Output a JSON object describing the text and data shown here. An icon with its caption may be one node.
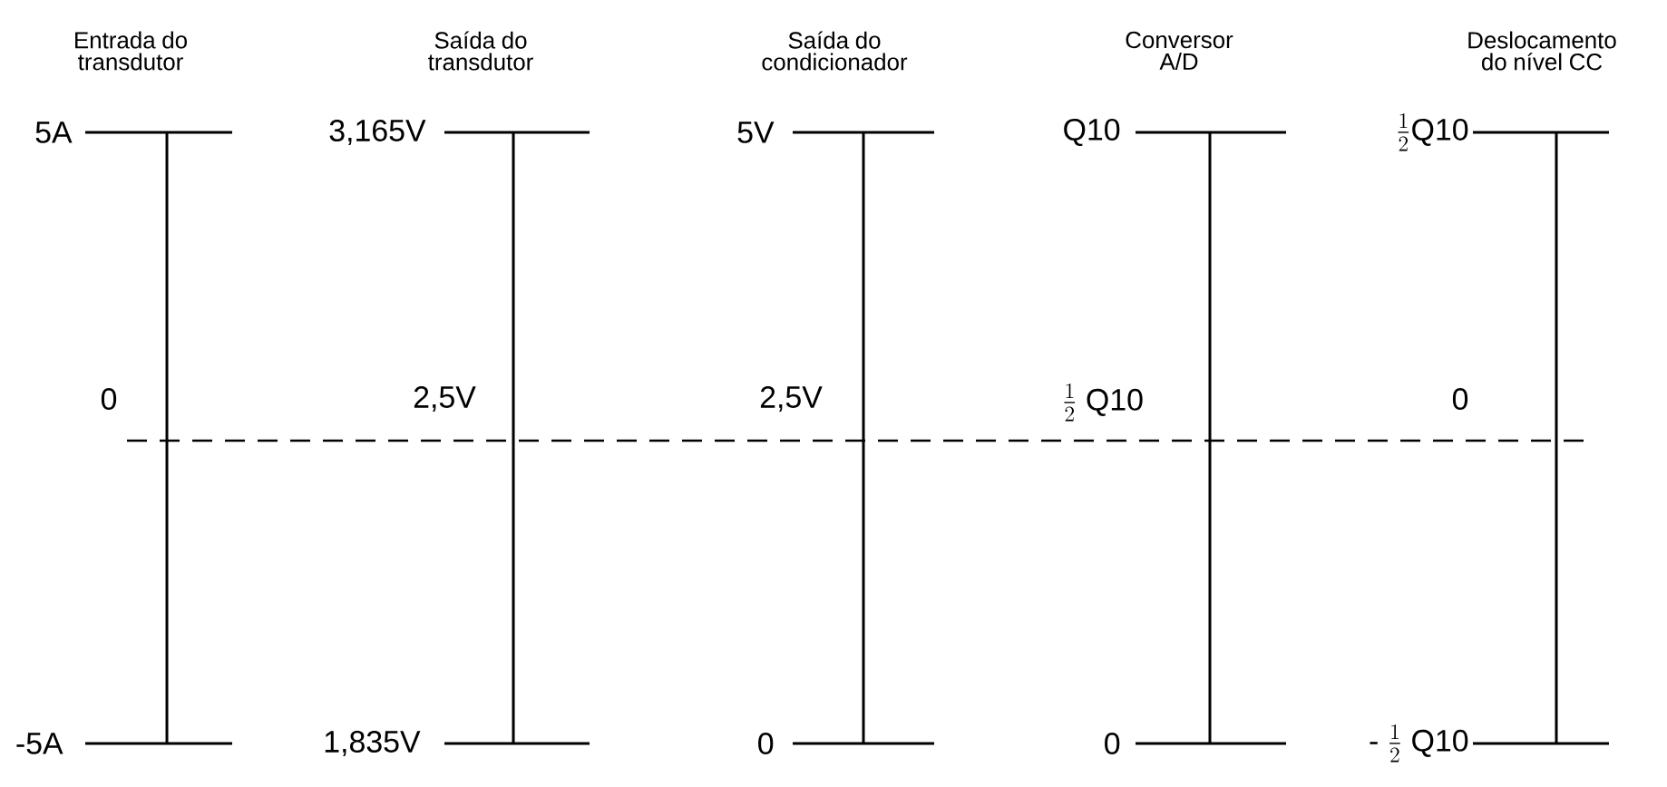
{
  "diagram": {
    "labels": [
      "Entrada do transdutor",
      "Saída do transdutor",
      "Saída do condicionador",
      "Conversor A/D",
      "Deslocamento do nível CC",
      "5A",
      "3,165V",
      "5V",
      "Q10",
      "\\frac{1}{2}\\text{Q10}",
      "0",
      "2,5V",
      "2,5V",
      "\\frac{1}{2}\\text{ Q10}",
      "0",
      "-5A",
      "1,835V",
      "0",
      "0",
      "\\text{- }\\frac{1}{2}\\text{ Q10}"
    ]
  }
}
